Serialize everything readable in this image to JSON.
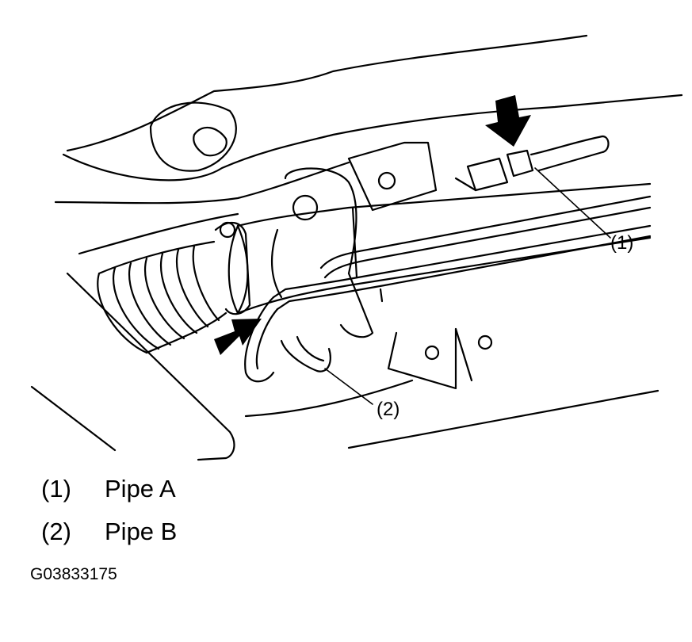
{
  "diagram": {
    "callouts": [
      "(1)",
      "(2)"
    ]
  },
  "legend": [
    {
      "number": "(1)",
      "label": "Pipe A"
    },
    {
      "number": "(2)",
      "label": "Pipe B"
    }
  ],
  "figure_id": "G03833175",
  "colors": {
    "line": "#000000",
    "background": "#ffffff"
  }
}
